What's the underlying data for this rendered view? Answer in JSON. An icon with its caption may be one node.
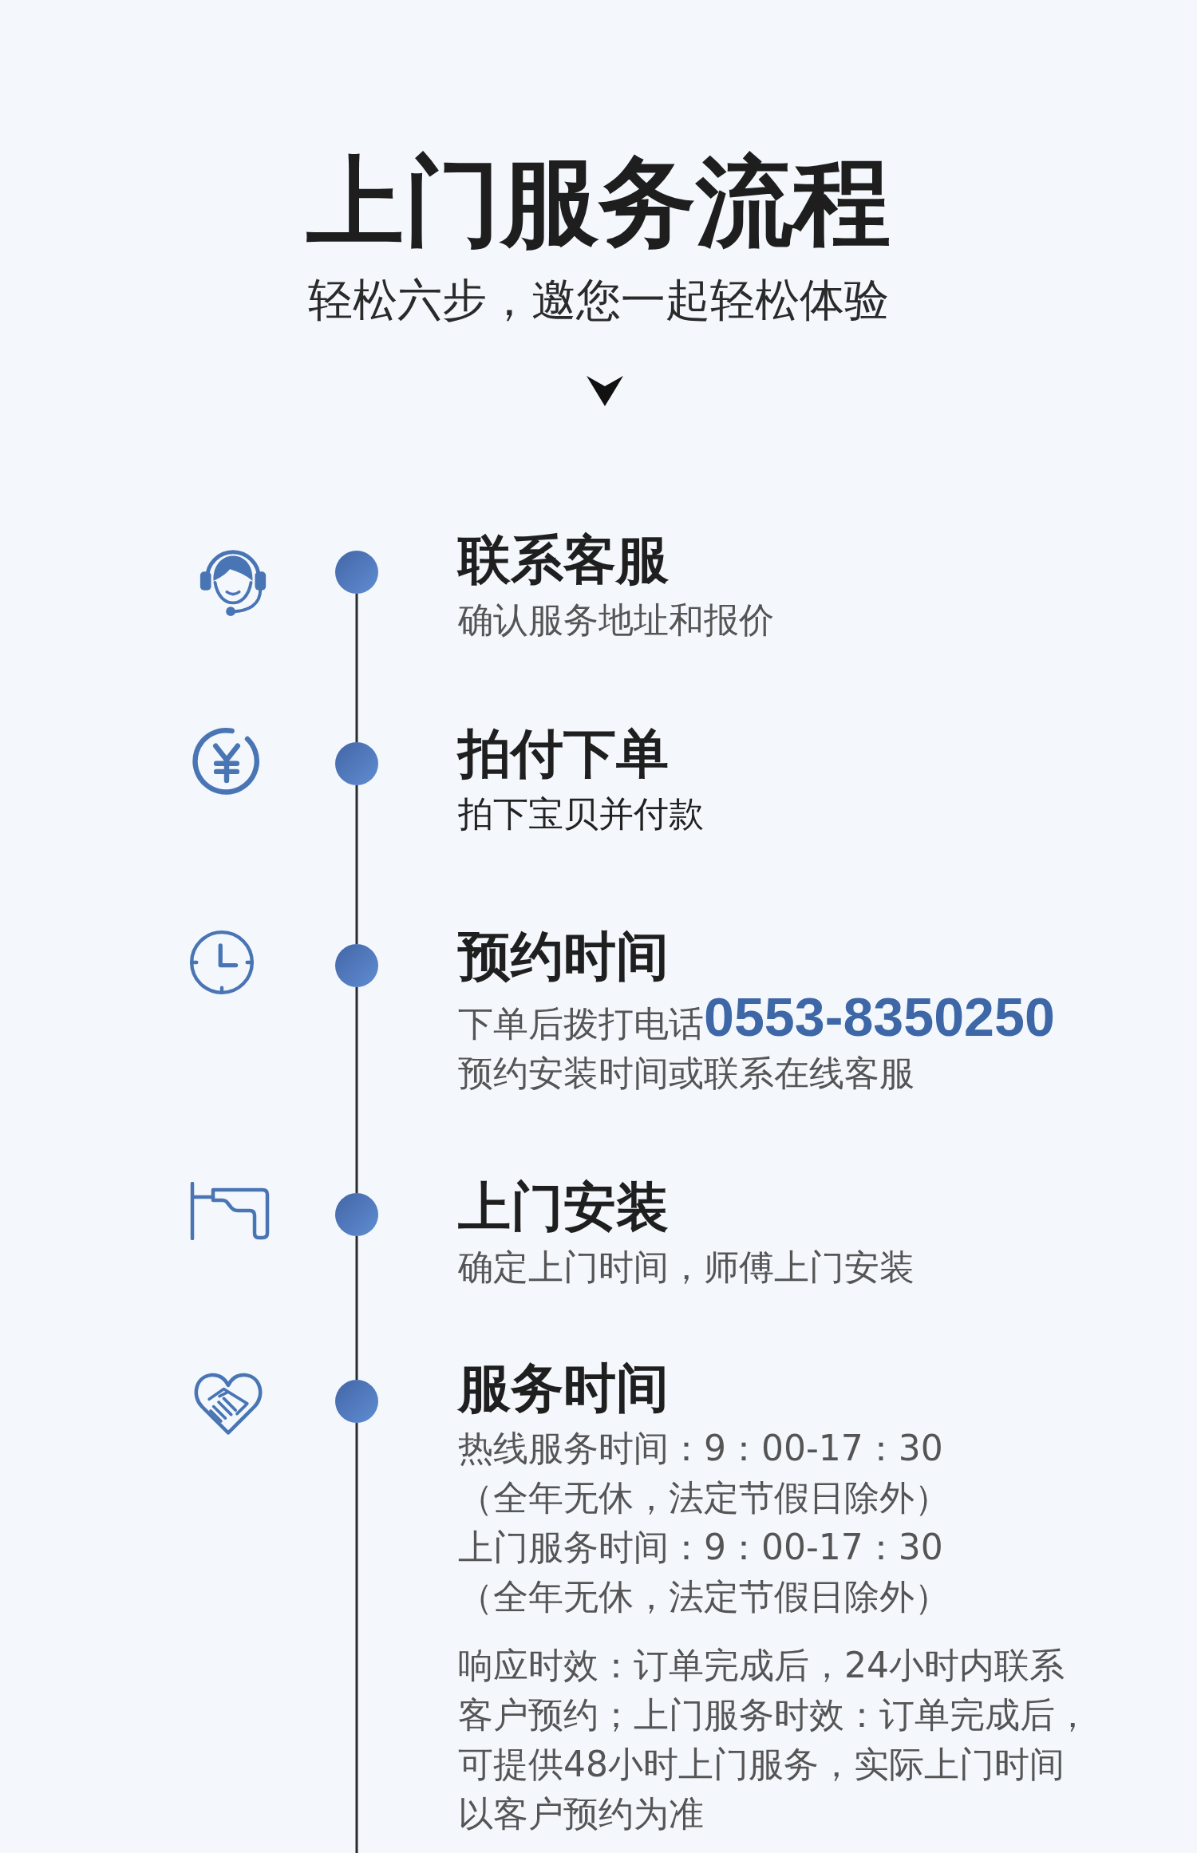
{
  "diagram": {
    "title": "上门服务流程",
    "nodes": [
      {
        "text": [],
        "shape": "circle",
        "beside": [
          "联系客服",
          "确认服务地址和报价"
        ]
      },
      {
        "text": [],
        "shape": "circle",
        "beside": [
          "拍付下单",
          "拍下宝贝并付款"
        ]
      },
      {
        "text": [],
        "shape": "circle",
        "beside": [
          "预约时间",
          "下单后拨打电话**0553-8350250**",
          "预约安装时间或联系在线客服"
        ]
      },
      {
        "text": [],
        "shape": "circle",
        "beside": [
          "上门安装",
          "确定上门时间，师傅上门安装"
        ]
      },
      {
        "text": [],
        "shape": "circle",
        "beside": [
          "服务时间",
          "热线服务时间：9：00-17：30",
          "（全年无休，法定节假日除外）",
          "上门服务时间：9：00-17：30",
          "（全年无休，法定节假日除外）",
          "响应时效：订单完成后，24小时内联系客户预约；上门服务时效：订单完成后，可提供48小时上门服务，实际上门时间以客户预约为准"
        ]
      }
    ],
    "edges": [
      {
        "from": 0,
        "to": 1,
        "arrow": "none"
      },
      {
        "from": 1,
        "to": 2,
        "arrow": "none"
      },
      {
        "from": 2,
        "to": 3,
        "arrow": "none"
      },
      {
        "from": 3,
        "to": 4,
        "arrow": "none"
      },
      {
        "from": 4,
        "to": null,
        "arrow": "none"
      }
    ],
    "labels": [
      "轻松六步，邀您一起轻松体验"
    ]
  }
}
